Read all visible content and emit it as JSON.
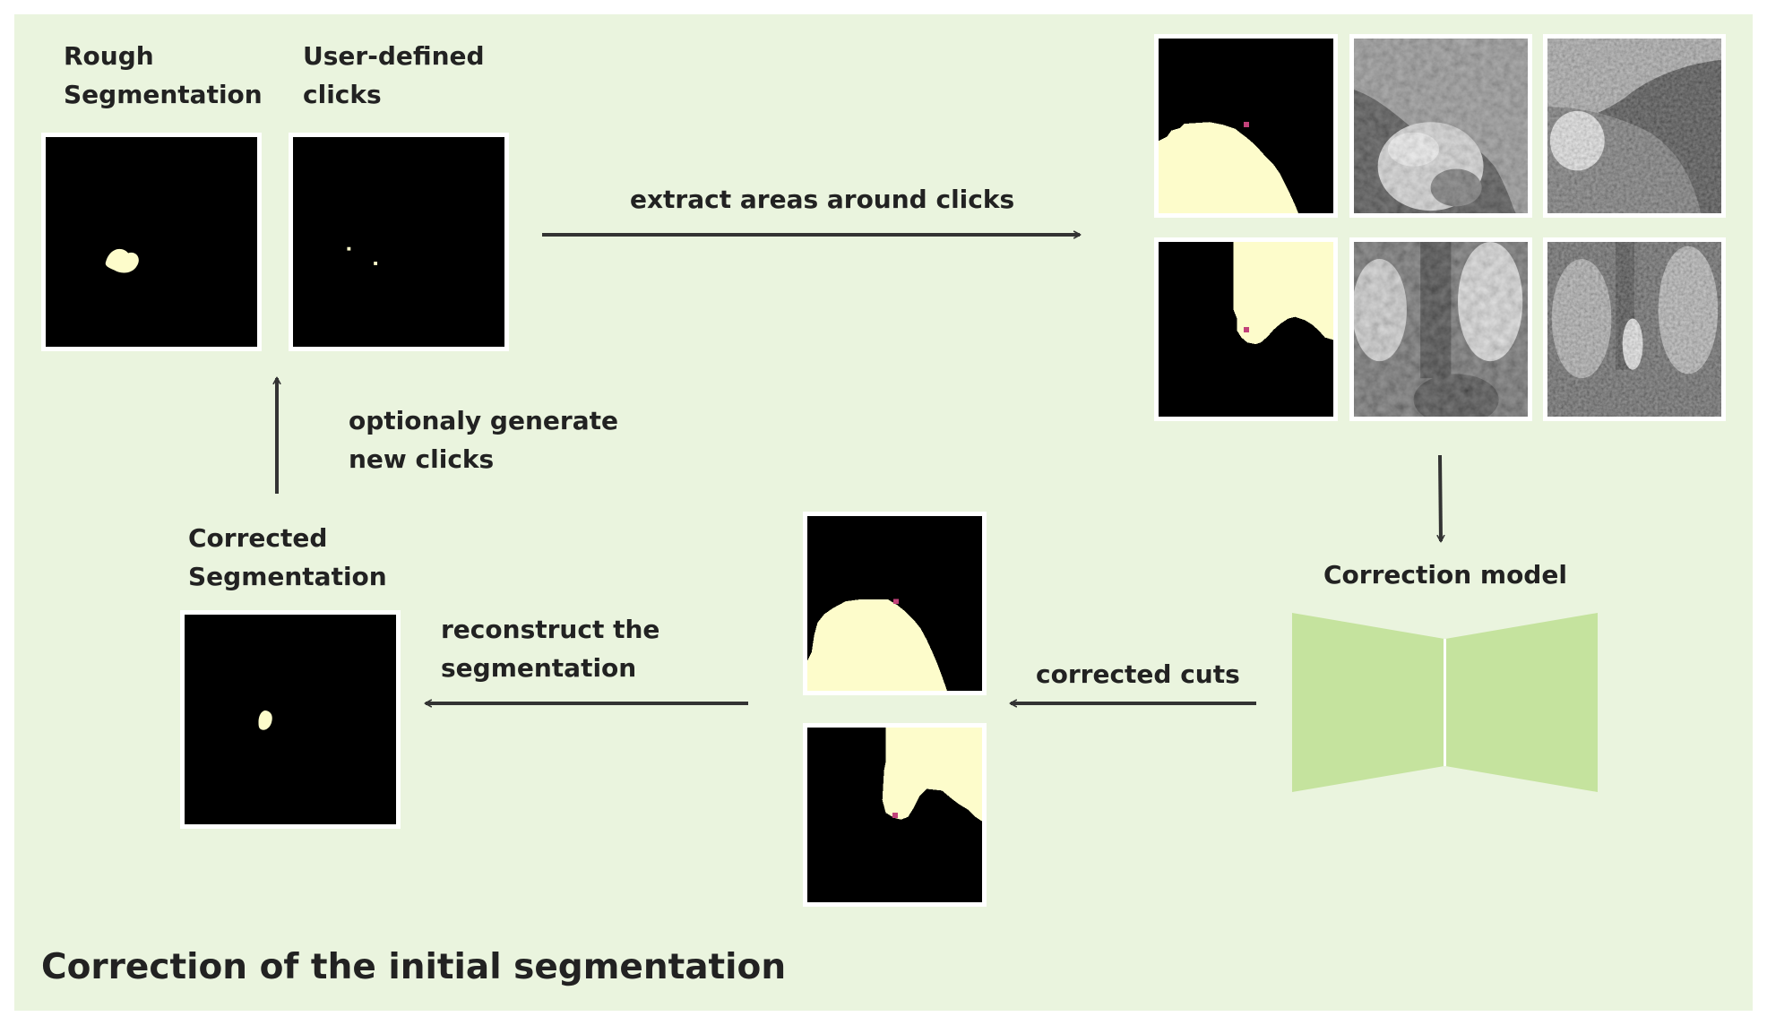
{
  "diagram": {
    "title": "Correction of the initial segmentation",
    "labels": {
      "rough_segmentation_line1": "Rough",
      "rough_segmentation_line2": "Segmentation",
      "user_clicks_line1": "User-defined",
      "user_clicks_line2": "clicks",
      "extract_areas": "extract areas around clicks",
      "optional_clicks_line1": "optionaly generate",
      "optional_clicks_line2": "new clicks",
      "corrected_segmentation_line1": "Corrected",
      "corrected_segmentation_line2": "Segmentation",
      "reconstruct_line1": "reconstruct the",
      "reconstruct_line2": "segmentation",
      "corrected_cuts": "corrected cuts",
      "correction_model": "Correction model"
    },
    "colors": {
      "panel_background": "#eaf4de",
      "mask_fill": "#fdfccb",
      "click_marker": "#c2427a",
      "model_shape": "#c5e39e",
      "arrow": "#333333"
    }
  }
}
